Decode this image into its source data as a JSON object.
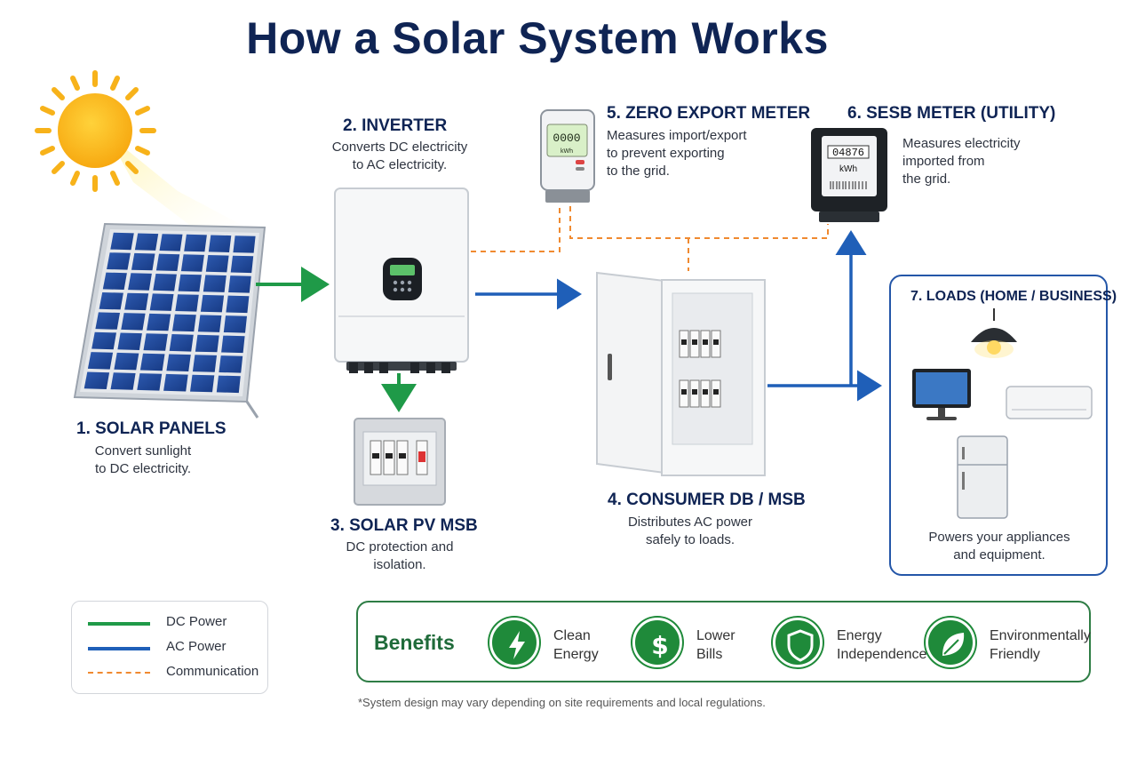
{
  "title": "How a Solar System Works",
  "components": {
    "solar_panels": {
      "label": "1. SOLAR PANELS",
      "desc": "Convert sunlight\nto DC electricity."
    },
    "inverter": {
      "label": "2. INVERTER",
      "desc": "Converts DC electricity\nto AC electricity."
    },
    "pv_msb": {
      "label": "3. SOLAR PV MSB",
      "desc": "DC protection and\nisolation."
    },
    "consumer_db": {
      "label": "4. CONSUMER DB / MSB",
      "desc": "Distributes AC power\nsafely to loads."
    },
    "zero_export": {
      "label": "5. ZERO EXPORT METER",
      "desc": "Measures import/export\nto prevent exporting\nto the grid.",
      "display": "0000",
      "unit": "kWh"
    },
    "sesb_meter": {
      "label": "6.  SESB METER (UTILITY)",
      "desc": "Measures electricity\nimported from\nthe grid.",
      "display": "04876",
      "unit": "kWh"
    },
    "loads": {
      "label": "7. LOADS (HOME / BUSINESS)",
      "desc": "Powers your appliances\nand equipment."
    }
  },
  "legend": [
    {
      "label": "DC Power",
      "color": "#1f9a48",
      "style": "solid"
    },
    {
      "label": "AC Power",
      "color": "#1f5fb8",
      "style": "solid"
    },
    {
      "label": "Communication",
      "color": "#f08a30",
      "style": "dashed"
    }
  ],
  "benefits": {
    "title": "Benefits",
    "items": [
      {
        "label": "Clean\nEnergy",
        "icon": "lightning-icon"
      },
      {
        "label": "Lower\nBills",
        "icon": "dollar-icon"
      },
      {
        "label": "Energy\nIndependence",
        "icon": "shield-icon"
      },
      {
        "label": "Environmentally\nFriendly",
        "icon": "leaf-icon"
      }
    ]
  },
  "footnote": "*System design may vary depending on site requirements and local regulations.",
  "colors": {
    "dc": "#1f9a48",
    "ac": "#1f5fb8",
    "comm": "#f08a30",
    "title": "#0f2454",
    "accent_green": "#1f8a3a"
  }
}
